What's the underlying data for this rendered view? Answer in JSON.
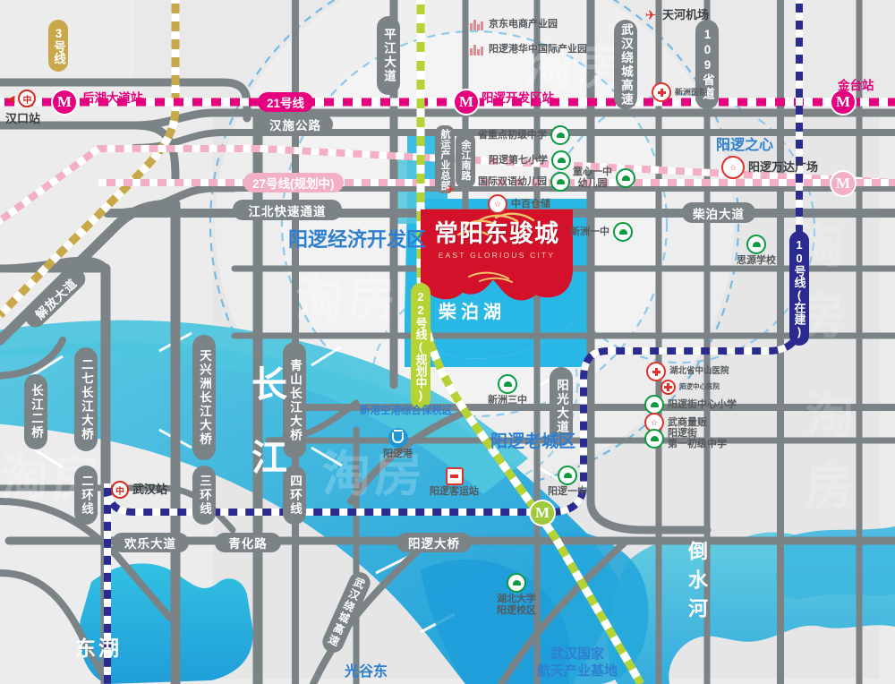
{
  "project": {
    "name_cn": "常阳东骏城",
    "name_en": "EAST GLORIOUS CITY"
  },
  "district_labels": [
    {
      "id": "yangluo-eco-dev-zone",
      "text": "阳逻经济开发区",
      "color": "#2f7fd0"
    },
    {
      "id": "yangluo-old-town",
      "text": "阳逻老城区",
      "color": "#2f7fd0"
    },
    {
      "id": "yangluo-heart",
      "text": "阳逻之心",
      "color": "#2f7fd0"
    },
    {
      "id": "chaibo-lake",
      "text": "柴泊湖",
      "color": "#ffffff"
    },
    {
      "id": "changjiang-river",
      "text": "长江",
      "color": "#ffffff"
    },
    {
      "id": "donghu-lake",
      "text": "东湖",
      "color": "#ffffff"
    },
    {
      "id": "daoshui-river",
      "text": "倒水河",
      "color": "#ffffff"
    },
    {
      "id": "guanggu-east",
      "text": "光谷东",
      "color": "#2f7fd0"
    },
    {
      "id": "wuhan-aerospace-base",
      "text": "武汉国家\n航天产业基地",
      "color": "#2f7fd0"
    },
    {
      "id": "xingang-free-trade-zone",
      "text": "新港空港综合保税区",
      "color": "#2f7fd0"
    }
  ],
  "metro_lines": [
    {
      "id": "line-3",
      "label": "3号线",
      "color": "#c9a84c",
      "status": ""
    },
    {
      "id": "line-21",
      "label": "21号线",
      "color": "#e6007e",
      "status": ""
    },
    {
      "id": "line-27",
      "label": "27号线(规划中)",
      "color": "#f3afc6",
      "status": "规划中"
    },
    {
      "id": "line-22",
      "label": "22号线(规划中)",
      "color": "#b5d334",
      "status": "规划中"
    },
    {
      "id": "line-10",
      "label": "10号线(在建)",
      "color": "#2b2b8f",
      "status": "在建"
    }
  ],
  "metro_stations": [
    {
      "id": "houhu-dadao-station",
      "label": "后湖大道站",
      "color": "#e6007e"
    },
    {
      "id": "yangluo-kaifaqu-station",
      "label": "阳逻开发区站",
      "color": "#e6007e"
    },
    {
      "id": "jintai-station",
      "label": "金台站",
      "color": "#e6007e"
    }
  ],
  "rail_stations": [
    {
      "id": "hankou-station",
      "label": "汉口站"
    },
    {
      "id": "wuhan-station",
      "label": "武汉站"
    }
  ],
  "roads": [
    {
      "id": "pingjiang-dadao",
      "text": "平江大道",
      "orient": "v"
    },
    {
      "id": "hanshi-gonglu",
      "text": "汉施公路",
      "orient": "h"
    },
    {
      "id": "jiangbei-kuaisu-tongdao",
      "text": "江北快速通道",
      "orient": "h"
    },
    {
      "id": "wuhan-raocheng-gaosu",
      "text": "武汉绕城高速",
      "orient": "v"
    },
    {
      "id": "sheng-dao-109",
      "text": "109省道",
      "orient": "v"
    },
    {
      "id": "chaibo-dadao",
      "text": "柴泊大道",
      "orient": "h"
    },
    {
      "id": "yuejiang-nanlu",
      "text": "余江南路",
      "orient": "v"
    },
    {
      "id": "hangyun-chanye-zongbu",
      "text": "航运产业总部",
      "orient": "v"
    },
    {
      "id": "yangguang-dadao",
      "text": "阳光大道",
      "orient": "v"
    },
    {
      "id": "jiefang-dadao",
      "text": "解放大道",
      "orient": "diag"
    },
    {
      "id": "changjiang-erqiao",
      "text": "长江二桥",
      "orient": "v"
    },
    {
      "id": "erqi-changjiang-daqiao",
      "text": "二七长江大桥",
      "orient": "v"
    },
    {
      "id": "tianxingzhou-changjiang-daqiao",
      "text": "天兴洲长江大桥",
      "orient": "v"
    },
    {
      "id": "qingshan-changjiang-daqiao",
      "text": "青山长江大桥",
      "orient": "v"
    },
    {
      "id": "er-huan-xian",
      "text": "二环线",
      "orient": "v"
    },
    {
      "id": "san-huan-xian",
      "text": "三环线",
      "orient": "v"
    },
    {
      "id": "si-huan-xian",
      "text": "四环线",
      "orient": "v"
    },
    {
      "id": "huanle-dadao",
      "text": "欢乐大道",
      "orient": "h"
    },
    {
      "id": "qinghua-lu",
      "text": "青化路",
      "orient": "h"
    },
    {
      "id": "yangluo-daqiao",
      "text": "阳逻大桥",
      "orient": "h"
    },
    {
      "id": "wuhan-raocheng-gaosu-2",
      "text": "武汉绕城高速",
      "orient": "diag"
    }
  ],
  "pois": [
    {
      "id": "jingdong-ecommerce-park",
      "label": "京东电商产业园",
      "icon": "factory-icon"
    },
    {
      "id": "yangluo-ganghua-intl-park",
      "label": "阳逻港华中国际产业园",
      "icon": "factory-icon"
    },
    {
      "id": "tianhe-airport",
      "label": "天河机场",
      "icon": "plane-icon"
    },
    {
      "id": "xinzhou-hospital",
      "label": "新洲医院",
      "icon": "hospital-icon"
    },
    {
      "id": "province-key-junior-high",
      "label": "省重点初级中学",
      "icon": "school-icon"
    },
    {
      "id": "yangluo-no7-primary",
      "label": "阳逻第七小学",
      "icon": "school-icon"
    },
    {
      "id": "intl-bilingual-kindergarten",
      "label": "国际双语幼儿园",
      "icon": "school-icon"
    },
    {
      "id": "zhongbai-cangchu",
      "label": "中百仓储",
      "icon": "shop-icon"
    },
    {
      "id": "tongxin-no1-kindergarten",
      "label": "童心一中\n幼儿园",
      "icon": "school-icon"
    },
    {
      "id": "xinzhou-no1-high",
      "label": "新洲一中",
      "icon": "school-icon"
    },
    {
      "id": "siyuan-school",
      "label": "思源学校",
      "icon": "school-icon"
    },
    {
      "id": "yangluo-wanda-plaza",
      "label": "阳逻万达广场",
      "icon": "shop-icon"
    },
    {
      "id": "hubei-zhongshan-hospital",
      "label": "湖北省中山医院",
      "icon": "hospital-icon"
    },
    {
      "id": "yangluo-central-hospital",
      "label": "阳逻中心医院",
      "icon": "hospital-icon"
    },
    {
      "id": "yangluo-street-central-primary",
      "label": "阳逻街中心小学",
      "icon": "school-icon"
    },
    {
      "id": "wushang-liangfan",
      "label": "武商量贩",
      "icon": "shop-icon"
    },
    {
      "id": "yangluo-street-no1-junior-high",
      "label": "阳逻街\n第一初级中学",
      "icon": "school-icon"
    },
    {
      "id": "xinzhou-no3-high",
      "label": "新洲三中",
      "icon": "school-icon"
    },
    {
      "id": "yangluo-port",
      "label": "阳逻港",
      "icon": "port-icon"
    },
    {
      "id": "yangluo-bus-terminal",
      "label": "阳逻客运站",
      "icon": "bus-icon"
    },
    {
      "id": "yangluo-no1-high",
      "label": "阳逻一中",
      "icon": "school-icon"
    },
    {
      "id": "hubei-university-yangluo-campus",
      "label": "湖北大学\n阳逻校区",
      "icon": "school-icon"
    }
  ],
  "watermark": "淘房",
  "colors": {
    "road": "#7b8387",
    "water": "#4fc3dd",
    "water_deep": "#1f9ed9",
    "line21": "#e6007e",
    "line27": "#f3afc6",
    "line22": "#b5d334",
    "line10": "#2b2b8f",
    "line3": "#c9a84c",
    "logo_red": "#d3112a",
    "block": "#e2e2e2",
    "bg": "#ececec"
  }
}
